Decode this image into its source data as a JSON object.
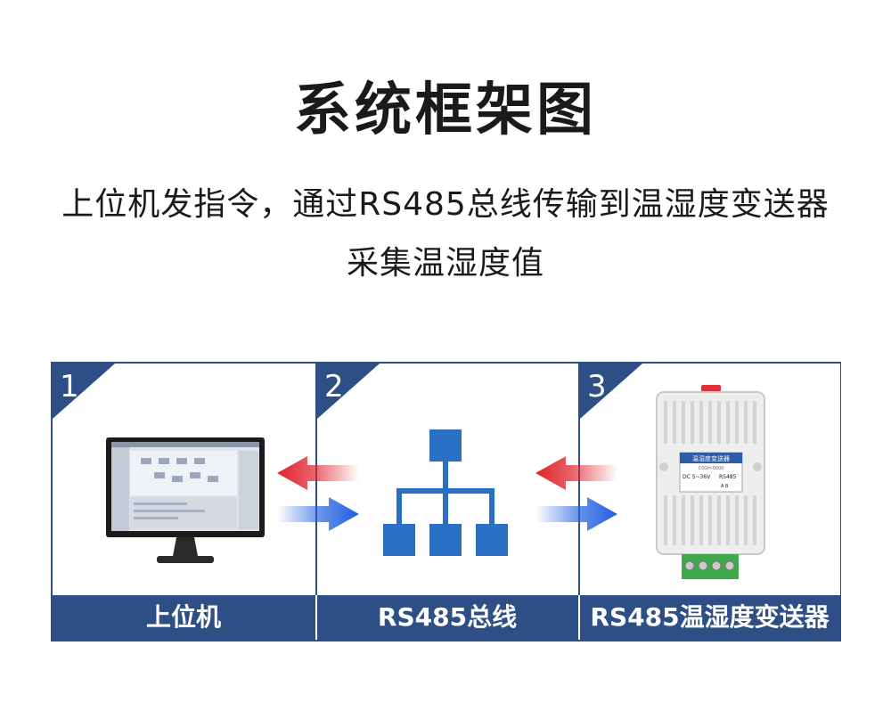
{
  "title": "系统框架图",
  "description": {
    "line1": "上位机发指令，通过RS485总线传输到温湿度变送器",
    "line2": "采集温湿度值"
  },
  "steps": [
    {
      "number": "1",
      "label": "上位机",
      "icon": "computer-monitor-icon"
    },
    {
      "number": "2",
      "label": "RS485总线",
      "icon": "network-topology-icon"
    },
    {
      "number": "3",
      "label": "RS485温湿度变送器",
      "icon": "sensor-device-icon"
    }
  ],
  "device": {
    "name_plate": "温湿度变送器",
    "model": "C0GH-0000",
    "power": "DC 5~36V",
    "protocol": "RS485",
    "terminals": "A  B"
  },
  "colors": {
    "frame": "#2d4f86",
    "network_blue": "#2a6fc4",
    "arrow_red": "#e0202a",
    "arrow_blue": "#1f5fe0"
  }
}
